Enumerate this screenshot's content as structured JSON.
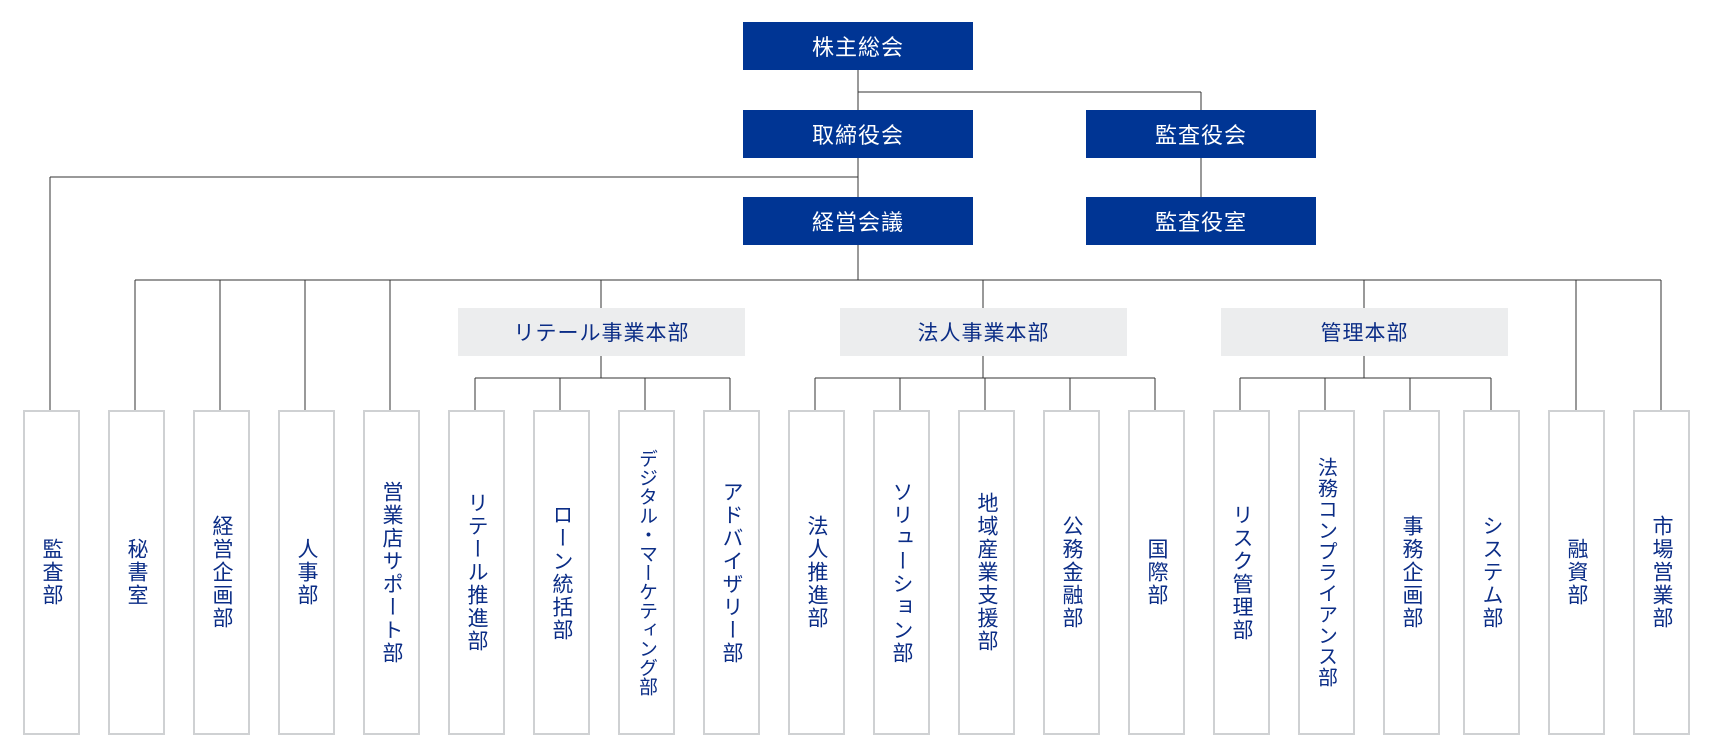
{
  "top": {
    "shareholders": "株主総会",
    "board": "取締役会",
    "auditors_board": "監査役会",
    "management_meeting": "経営会議",
    "auditors_office": "監査役室"
  },
  "divisions": {
    "retail": "リテール事業本部",
    "corporate": "法人事業本部",
    "admin": "管理本部"
  },
  "departments": [
    "監査部",
    "秘書室",
    "経営企画部",
    "人事部",
    "営業店サポート部",
    "リテール推進部",
    "ローン統括部",
    "デジタル・マーケティング部",
    "アドバイザリー部",
    "法人推進部",
    "ソリューション部",
    "地域産業支援部",
    "公務金融部",
    "国際部",
    "リスク管理部",
    "法務コンプライアンス部",
    "事務企画部",
    "システム部",
    "融資部",
    "市場営業部"
  ],
  "colors": {
    "node_blue": "#003594",
    "division_gray": "#ecedee",
    "text_navy": "#0b2d86",
    "line": "#333333",
    "dept_border": "#cfd1d3"
  }
}
